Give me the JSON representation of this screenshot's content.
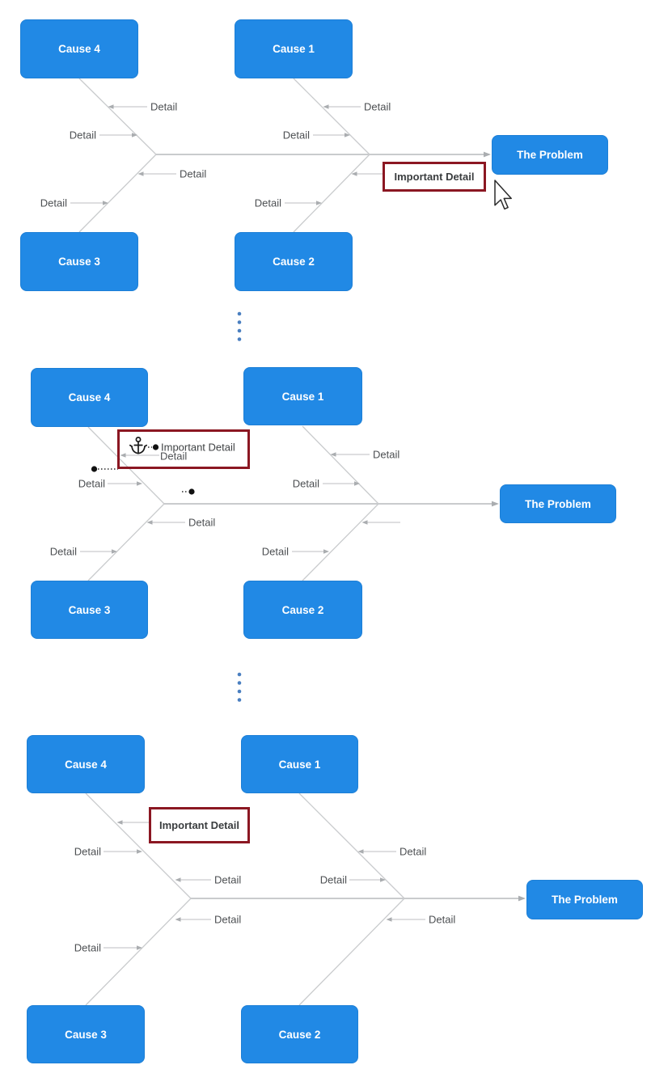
{
  "app": {
    "description": "Fishbone diagram drag-label tutorial, three steps"
  },
  "colors": {
    "node_blue": "#2189e5",
    "callout_border_red": "#8b1722",
    "connector_gray": "#c9cbcd",
    "arrowhead_gray": "#aaadb0",
    "separator_dot_blue": "#4a7fc0",
    "label_text": "#4c4f52",
    "node_text": "#ffffff"
  },
  "labels": {
    "separator": "vertical-ellipsis"
  },
  "diagrams": [
    {
      "step": "before-drag",
      "causes": {
        "cause1": "Cause 1",
        "cause2": "Cause 2",
        "cause3": "Cause 3",
        "cause4": "Cause 4"
      },
      "problem": "The Problem",
      "important_detail": "Important Detail",
      "details": {
        "cause4_right": "Detail",
        "cause4_left": "Detail",
        "cause1_right": "Detail",
        "cause1_left": "Detail",
        "cause3_right": "Detail",
        "cause3_left": "Detail",
        "cause2_left": "Detail"
      }
    },
    {
      "step": "dragging",
      "causes": {
        "cause1": "Cause 1",
        "cause2": "Cause 2",
        "cause3": "Cause 3",
        "cause4": "Cause 4"
      },
      "problem": "The Problem",
      "dragged_label": "Important Detail",
      "details": {
        "cause4_right": "Detail",
        "cause4_left": "Detail",
        "cause1_right": "Detail",
        "cause1_left": "Detail",
        "cause3_right": "Detail",
        "cause3_left": "Detail",
        "cause2_left": "Detail"
      }
    },
    {
      "step": "after-drop",
      "causes": {
        "cause1": "Cause 1",
        "cause2": "Cause 2",
        "cause3": "Cause 3",
        "cause4": "Cause 4"
      },
      "problem": "The Problem",
      "important_detail": "Important Detail",
      "details": {
        "cause4_left": "Detail",
        "cause4_right2": "Detail",
        "cause1_right": "Detail",
        "cause1_left": "Detail",
        "cause3_right": "Detail",
        "cause3_left": "Detail",
        "cause2_right": "Detail"
      }
    }
  ]
}
